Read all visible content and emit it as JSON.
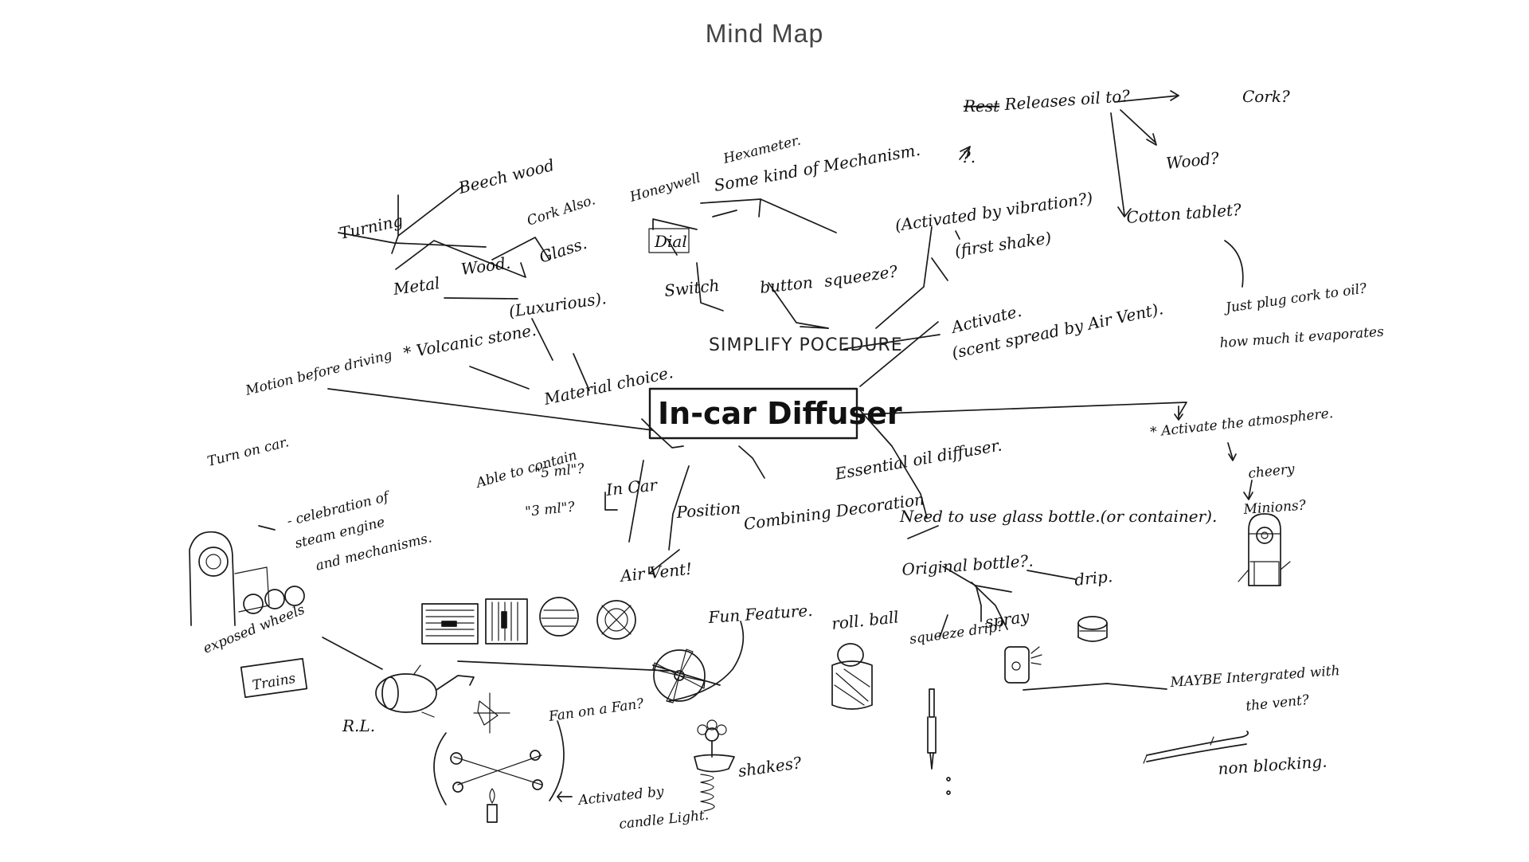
{
  "title": "Mind Map",
  "central": "In-car Diffuser",
  "labels": {
    "turning": "Turning",
    "beech_wood": "Beech wood",
    "cork_also": "Cork Also.",
    "wood": "Wood.",
    "glass": "Glass.",
    "metal": "Metal",
    "luxurious": "(Luxurious).",
    "volcanic_stone": "* Volcanic stone.",
    "material_choice": "Material choice.",
    "honeywell": "Honeywell",
    "hexameter": "Hexameter.",
    "some_kind_mechanism": "Some kind of Mechanism.",
    "dial": "Dial",
    "switch": "Switch",
    "button": "button",
    "squeeze_q": "squeeze?",
    "simplify": "SIMPLIFY POCEDURE",
    "activated_vibration": "(Activated by vibration?)",
    "first_shake": "(first shake)",
    "activate": "Activate.",
    "scent_spread": "(scent spread by Air Vent).",
    "rest_struck": "Rest",
    "releases_oil": "Releases oil to?",
    "cork_q": "Cork?",
    "wood_q": "Wood?",
    "cotton_tablet": "Cotton tablet?",
    "just_plug": "Just plug cork to oil?",
    "how_much": "how much it evaporates",
    "question_arrow": "?.",
    "activate_atmosphere": "* Activate the atmosphere.",
    "cheery": "cheery",
    "minions": "Minions?",
    "motion_before_driving": "Motion before driving",
    "turn_on_car": "Turn on car.",
    "able_to_contain": "Able to contain",
    "five_ml": "\"5 ml\"?",
    "three_ml": "\"3 ml\"?",
    "in_car": "In Car",
    "position": "Position",
    "air_vent": "Air Vent!",
    "combining_decoration": "Combining Decoration",
    "essential_oil": "Essential oil diffuser.",
    "need_glass_bottle": "Need to use glass bottle.(or container).",
    "original_bottle": "Original bottle?.",
    "drip": "drip.",
    "roll_ball": "roll. ball",
    "squeeze_drip": "squeeze drip?",
    "spray": "spray",
    "maybe_integrated": "MAYBE Intergrated with",
    "the_vent": "the vent?",
    "non_blocking": "non blocking.",
    "celebration_1": "- celebration of",
    "celebration_2": "steam engine",
    "celebration_3": "and mechanisms.",
    "exposed_wheels": "exposed wheels",
    "trains": "Trains",
    "rl": "R.L.",
    "fun_feature": "Fun Feature.",
    "fan_on_fan": "Fan on a Fan?",
    "shakes": "shakes?",
    "activated_by": "Activated by",
    "candle_light": "candle Light."
  }
}
